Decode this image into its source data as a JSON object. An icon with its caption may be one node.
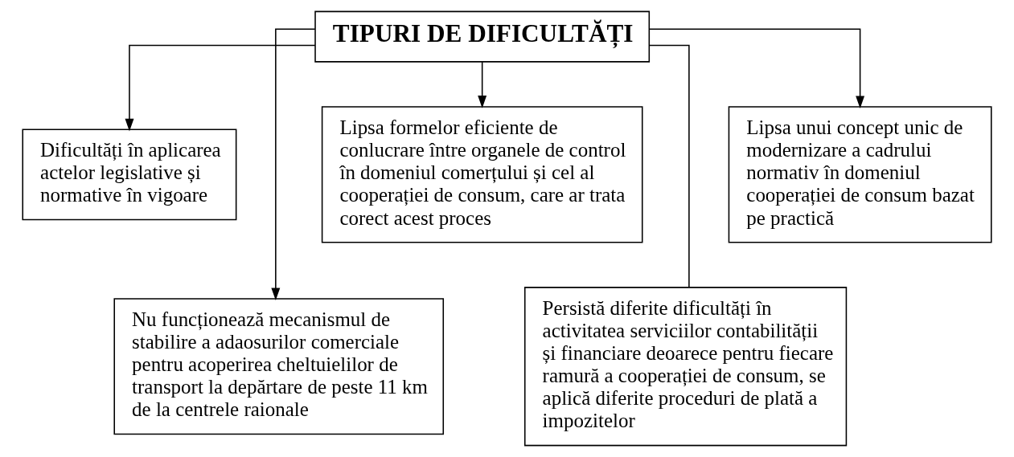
{
  "diagram": {
    "nodes": [
      {
        "text": [
          "TIPURI DE DIFICULTĂȚI"
        ]
      },
      {
        "text": [
          "Dificultăți în aplicarea actelor legislative și normative în vigoare"
        ]
      },
      {
        "text": [
          "Nu funcționează mecanismul de stabilire a adaosurilor comerciale pentru acoperirea cheltuielilor de transport la depărtare de peste 11 km de la centrele raionale"
        ]
      },
      {
        "text": [
          "Lipsa formelor eficiente de conlucrare între organele de control în domeniul comerțului și cel al cooperației de consum, care ar trata corect acest proces"
        ]
      },
      {
        "text": [
          "Persistă diferite dificultăți în activitatea serviciilor contabilității și financiare deoarece pentru fiecare ramură a cooperației de consum, se aplică diferite proceduri de plată a impozitelor"
        ]
      },
      {
        "text": [
          "Lipsa unui concept unic de modernizare a cadrului normativ în domeniul cooperației de consum bazat pe practică"
        ]
      }
    ],
    "edges": [
      {
        "from": 0,
        "to": 1,
        "arrow": "to"
      },
      {
        "from": 0,
        "to": 2,
        "arrow": "to"
      },
      {
        "from": 0,
        "to": 3,
        "arrow": "to"
      },
      {
        "from": 0,
        "to": 4,
        "arrow": "none"
      },
      {
        "from": 0,
        "to": 5,
        "arrow": "to"
      }
    ]
  }
}
